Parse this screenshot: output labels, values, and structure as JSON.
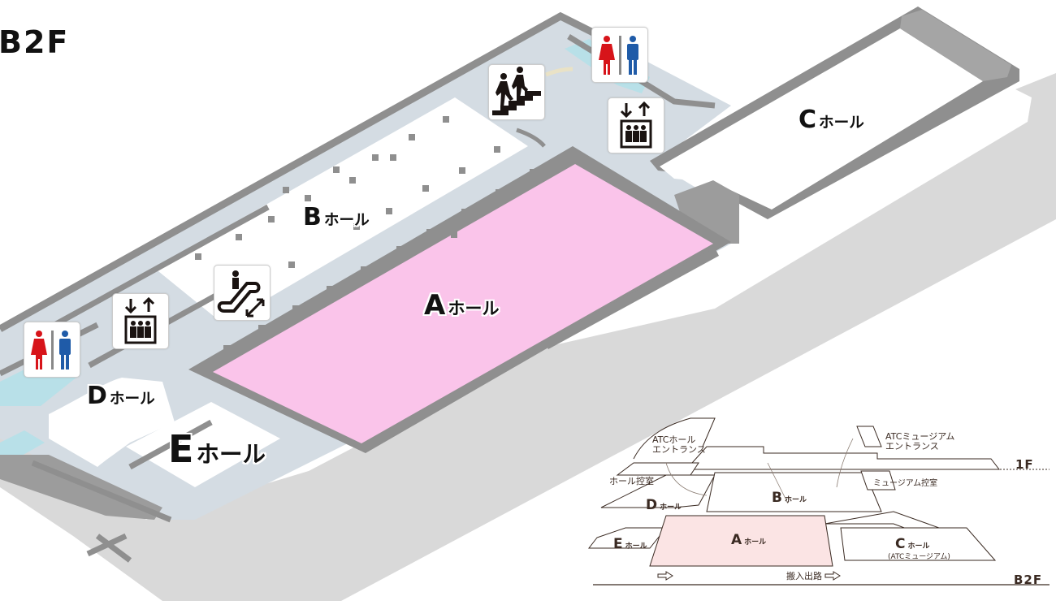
{
  "floor": {
    "title": "B2F"
  },
  "colors": {
    "hall_a": "#fac4ea",
    "corridor": "#d4dce3",
    "wall": "#8f8f8f",
    "wall_top": "#a5a5a5",
    "outer_path": "#d9d9d9",
    "water": "#b8e0e8",
    "female": "#d7141a",
    "male": "#1f5ba8",
    "inset_hall_a": "#fbe4e4",
    "inset_line": "#3a2a22"
  },
  "halls": [
    {
      "id": "A",
      "letter": "A",
      "suffix": "ホール"
    },
    {
      "id": "B",
      "letter": "B",
      "suffix": "ホール"
    },
    {
      "id": "C",
      "letter": "C",
      "suffix": "ホール"
    },
    {
      "id": "D",
      "letter": "D",
      "suffix": "ホール"
    },
    {
      "id": "E",
      "letter": "E",
      "suffix": "ホール"
    }
  ],
  "signs": [
    {
      "id": "restroom-top",
      "icon": "restroom-icon"
    },
    {
      "id": "stairs",
      "icon": "stairs-icon"
    },
    {
      "id": "elevator-top",
      "icon": "elevator-icon"
    },
    {
      "id": "escalator",
      "icon": "escalator-icon"
    },
    {
      "id": "elevator-left",
      "icon": "elevator-icon"
    },
    {
      "id": "restroom-left",
      "icon": "restroom-icon"
    }
  ],
  "inset": {
    "floor_upper": "1F",
    "floor_lower": "B2F",
    "atc_hall_entrance": [
      "ATCホール",
      "エントランス"
    ],
    "atc_museum_entrance": [
      "ATCミュージアム",
      "エントランス"
    ],
    "hall_waiting_room": "ホール控室",
    "museum_waiting_room": "ミュージアム控室",
    "loading_route": "搬入出路",
    "c_hall_note": "(ATCミュージアム)",
    "halls": [
      {
        "id": "A",
        "letter": "A",
        "suffix": "ホール"
      },
      {
        "id": "B",
        "letter": "B",
        "suffix": "ホール"
      },
      {
        "id": "C",
        "letter": "C",
        "suffix": "ホール"
      },
      {
        "id": "D",
        "letter": "D",
        "suffix": "ホール"
      },
      {
        "id": "E",
        "letter": "E",
        "suffix": "ホール"
      }
    ]
  }
}
